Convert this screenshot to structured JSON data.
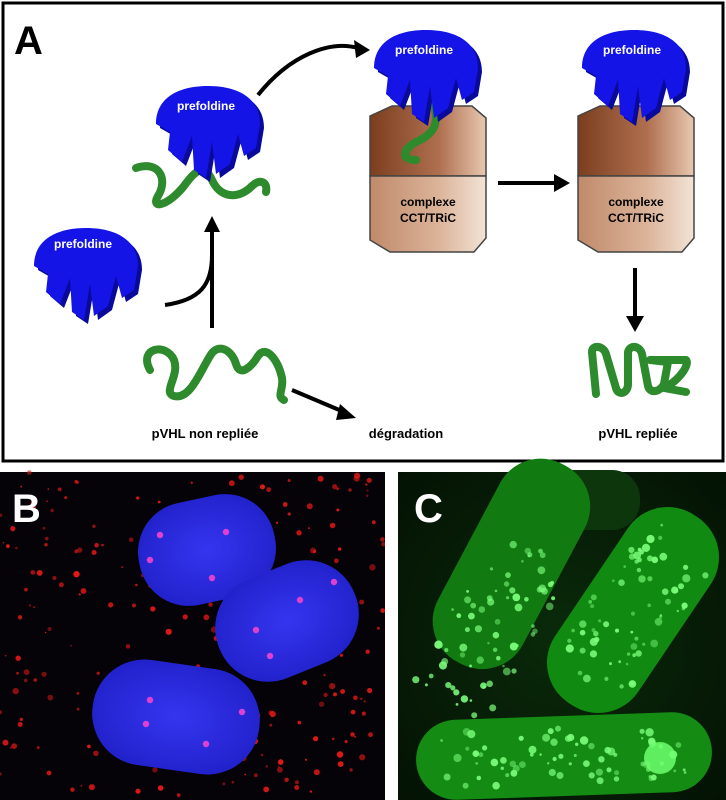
{
  "panels": {
    "a": {
      "letter": "A"
    },
    "b": {
      "letter": "B"
    },
    "c": {
      "letter": "C"
    }
  },
  "labels": {
    "prefoldin": "prefoldine",
    "complex_line1": "complexe",
    "complex_line2": "CCT/TRiC",
    "unfolded": "pVHL non repliée",
    "degradation": "dégradation",
    "folded": "pVHL repliée"
  },
  "colors": {
    "prefoldin": "#1414e6",
    "prefoldin_shadow": "#0a0a9a",
    "pvhl": "#2d8a2d",
    "cct_top": "#8a4a28",
    "cct_bottom": "#c4957a",
    "panel_b_dots": "#e01818",
    "panel_b_nuclei": "#2a2ae0",
    "panel_c_cells": "#22b022"
  }
}
